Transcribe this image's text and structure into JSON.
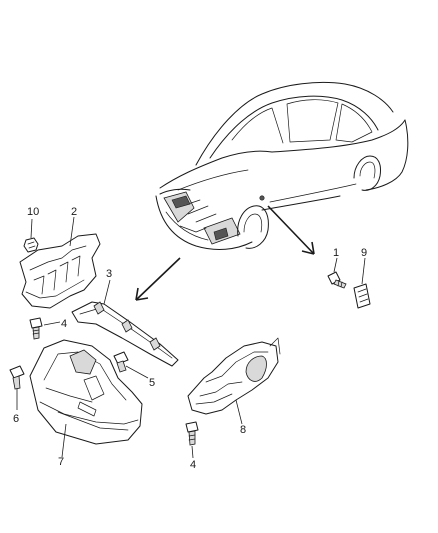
{
  "callouts": {
    "c1": "1",
    "c2": "2",
    "c3": "3",
    "c4a": "4",
    "c4b": "4",
    "c5": "5",
    "c6": "6",
    "c7": "7",
    "c8": "8",
    "c9": "9",
    "c10": "10"
  }
}
